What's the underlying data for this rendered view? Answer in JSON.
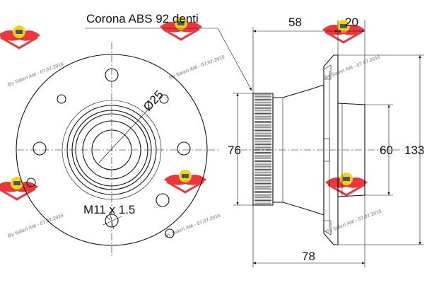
{
  "labels": {
    "abs_ring": "Corona ABS 92 denti",
    "bore_diameter": "Ø25",
    "thread": "M11 x 1.5",
    "dim_58": "58",
    "dim_20": "20",
    "dim_76": "76",
    "dim_60": "60",
    "dim_133": "133",
    "dim_78": "78"
  },
  "watermark": {
    "text": "By Saleri AM - 07.07.2016",
    "logo_color": "#e8383d",
    "badge_color": "#f2d21e"
  },
  "colors": {
    "line": "#111111",
    "watermark_text": "#9a9a9a"
  }
}
